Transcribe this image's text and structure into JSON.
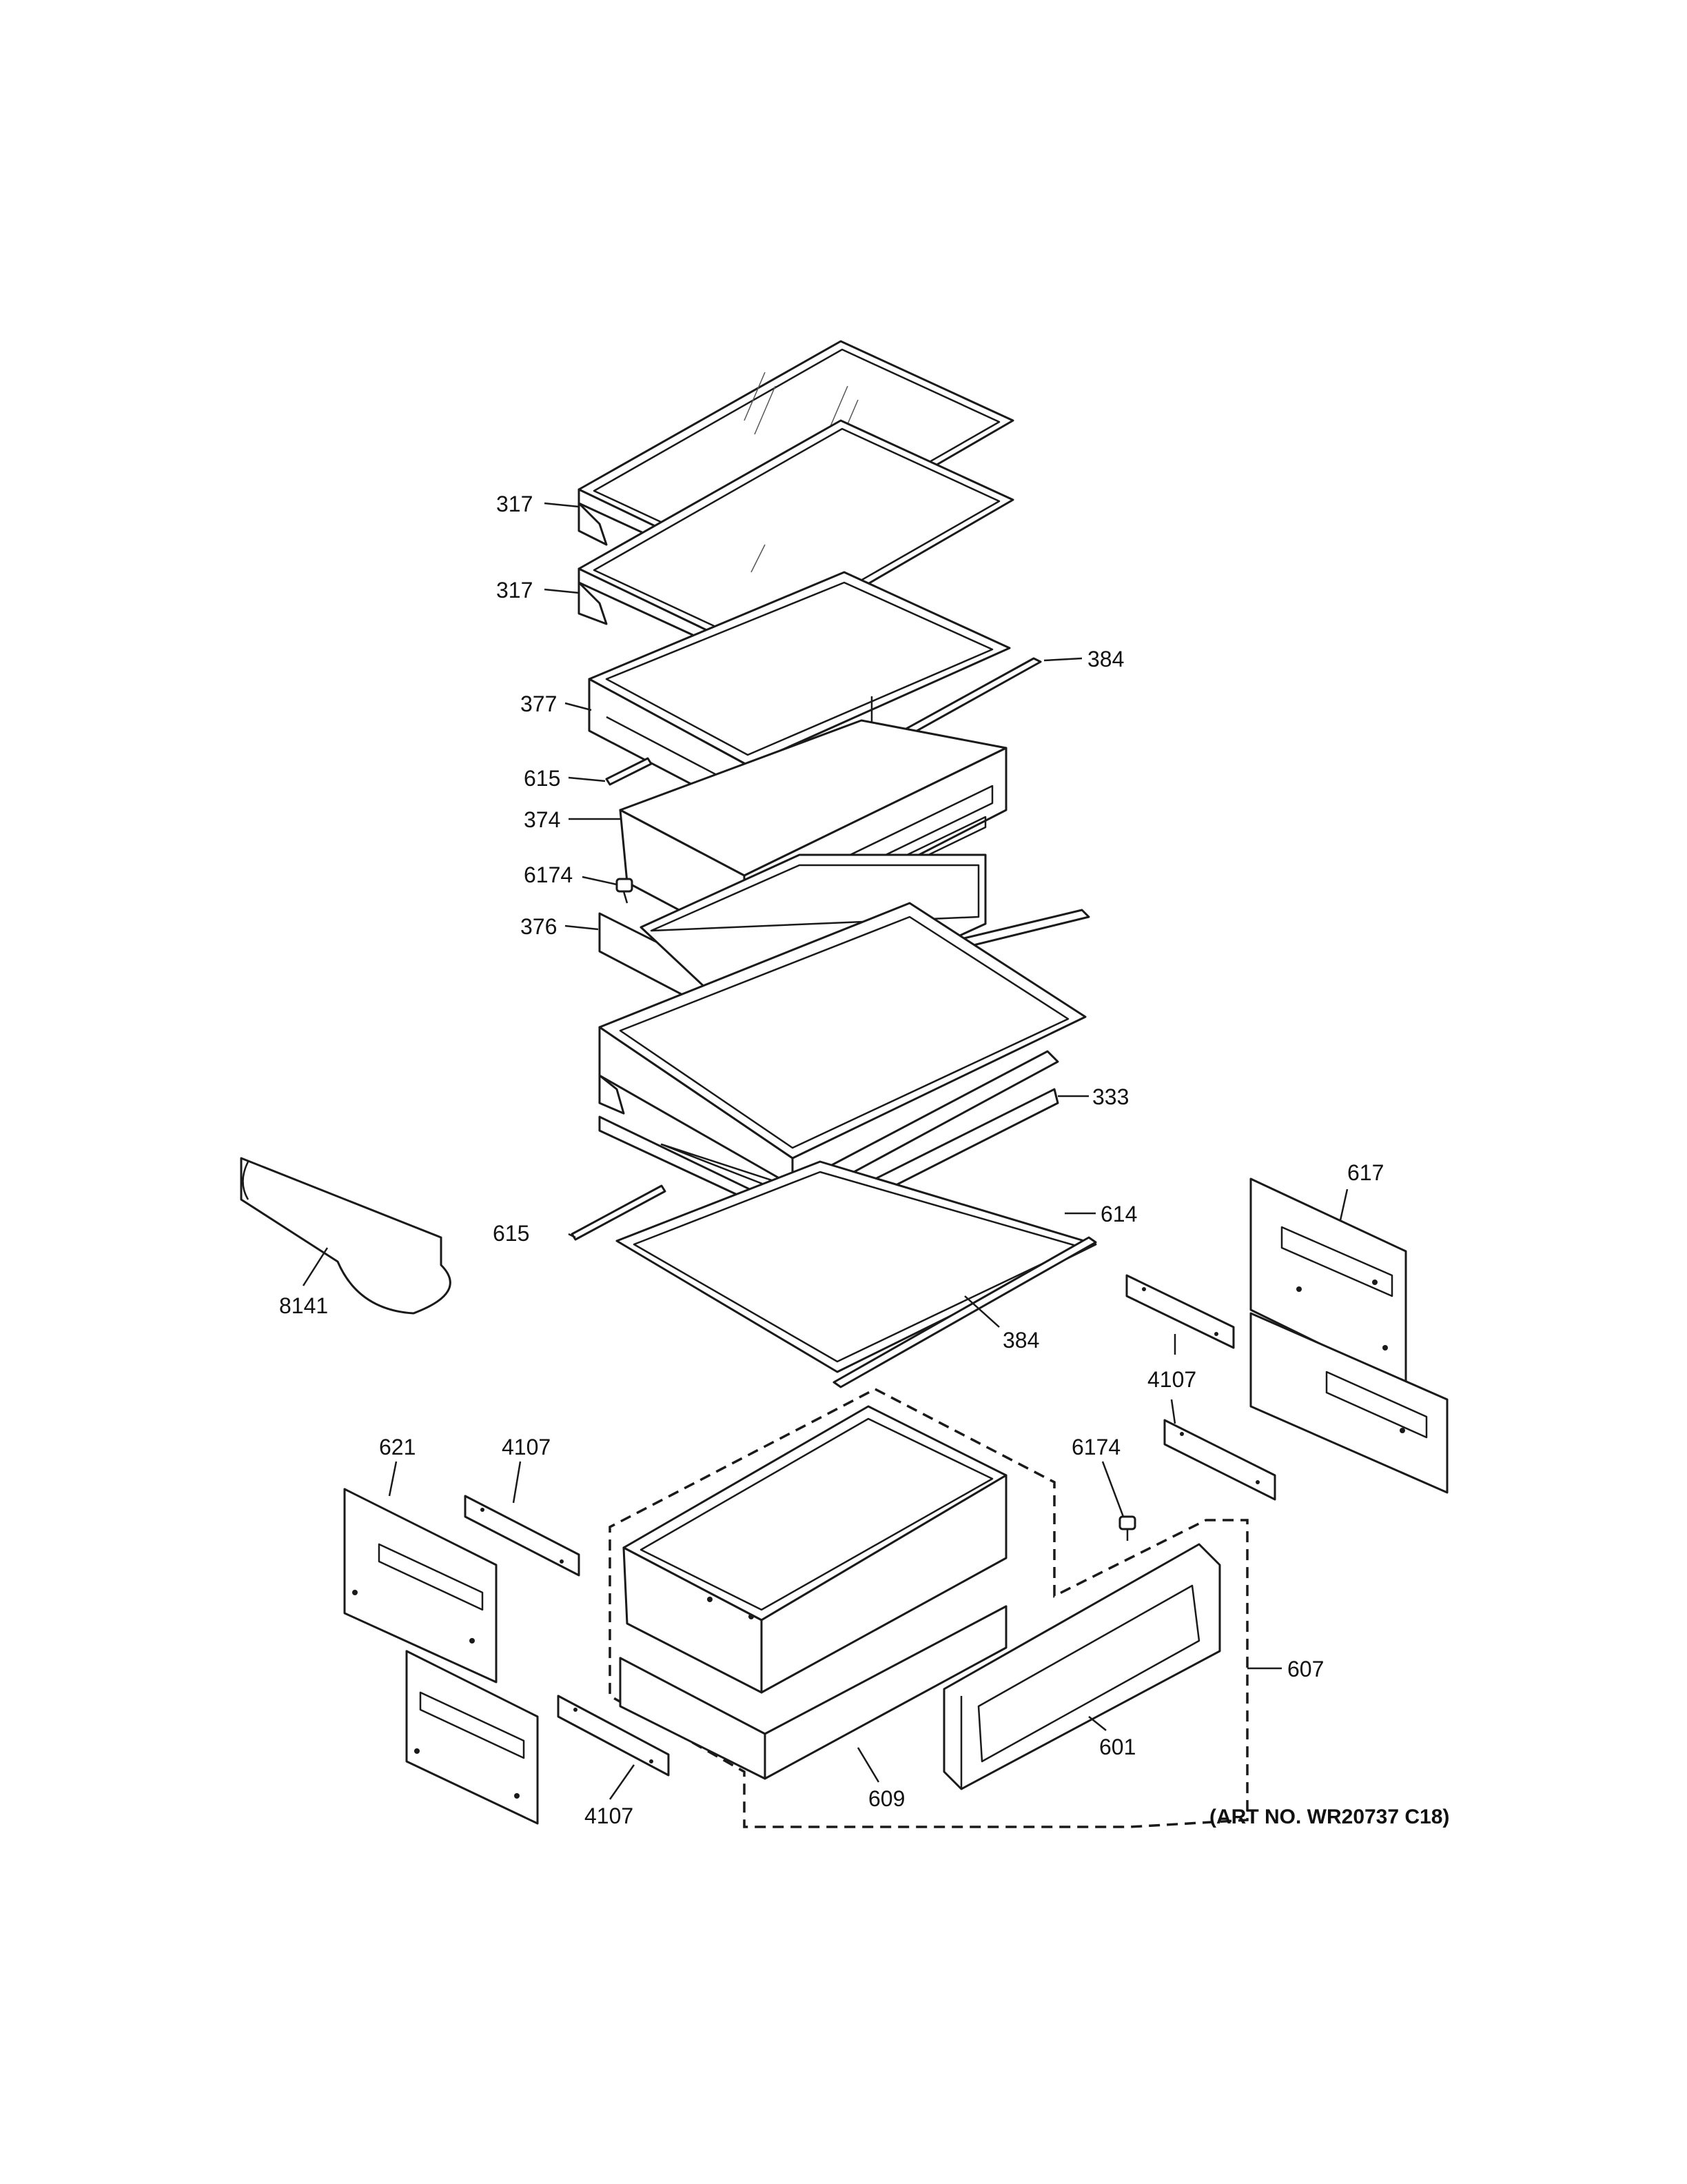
{
  "callouts": {
    "c317a": "317",
    "c317b": "317",
    "c384a": "384",
    "c377": "377",
    "c615a": "615",
    "c374": "374",
    "c6174a": "6174",
    "c376": "376",
    "c333": "333",
    "c615b": "615",
    "c614": "614",
    "c384b": "384",
    "c8141": "8141",
    "c617": "617",
    "c4107a": "4107",
    "c621": "621",
    "c4107b": "4107",
    "c6174b": "6174",
    "c607": "607",
    "c601": "601",
    "c609": "609",
    "c4107c": "4107"
  },
  "art_number": "(ART NO. WR20737 C18)"
}
